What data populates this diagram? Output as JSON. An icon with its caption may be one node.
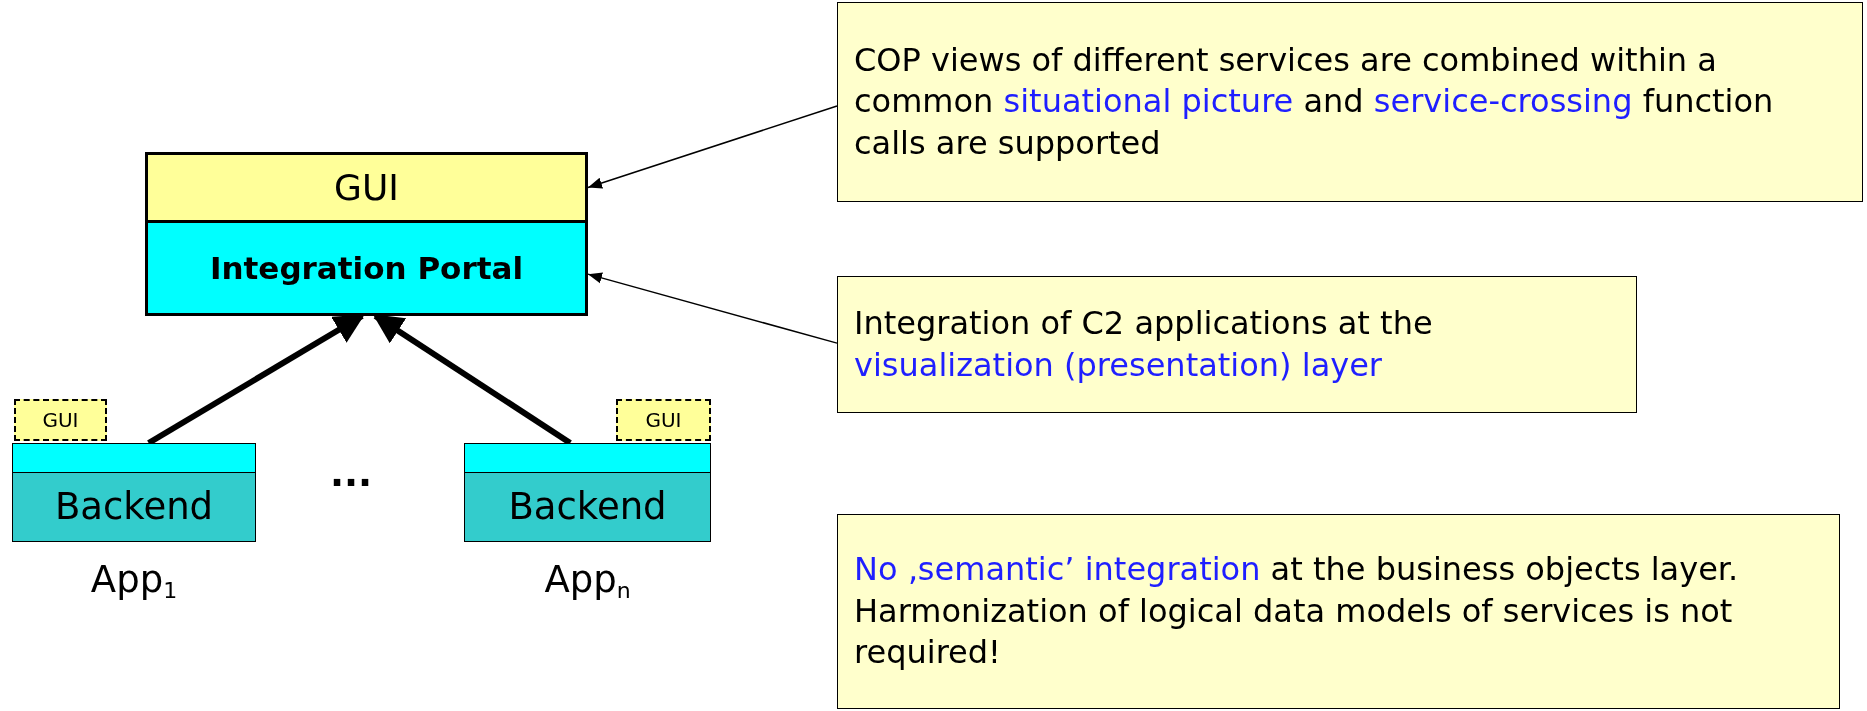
{
  "diagram": {
    "nodes": [
      {
        "text": [
          "GUI"
        ]
      },
      {
        "text": [
          "Integration Portal"
        ]
      },
      {
        "text": [
          "GUI"
        ]
      },
      {
        "text": [],
        "shape": "bar"
      },
      {
        "text": [
          "Backend"
        ],
        "beside": [
          "App$_{1}$"
        ]
      },
      {
        "text": [
          "GUI"
        ]
      },
      {
        "text": [],
        "shape": "bar"
      },
      {
        "text": [
          "Backend"
        ],
        "beside": [
          "App$_{n}$"
        ]
      },
      {
        "text": [
          "COP views of different services are combined within a common *situational picture* and *service-crossing* function calls are supported"
        ]
      },
      {
        "text": [
          "Integration of C2 applications at the *visualization (presentation) layer*"
        ]
      },
      {
        "text": [
          "*No ‚semantic’ integration* at the business objects layer. Harmonization of logical data models of services is not required!"
        ]
      }
    ],
    "edges": [
      {
        "from": 8,
        "to": 0,
        "arrow": "to"
      },
      {
        "from": 9,
        "to": 1,
        "arrow": "to"
      },
      {
        "from": 3,
        "to": 1,
        "arrow": "to",
        "style": "thick"
      },
      {
        "from": 6,
        "to": 1,
        "arrow": "to",
        "style": "thick"
      }
    ],
    "labels": [
      "..."
    ]
  }
}
